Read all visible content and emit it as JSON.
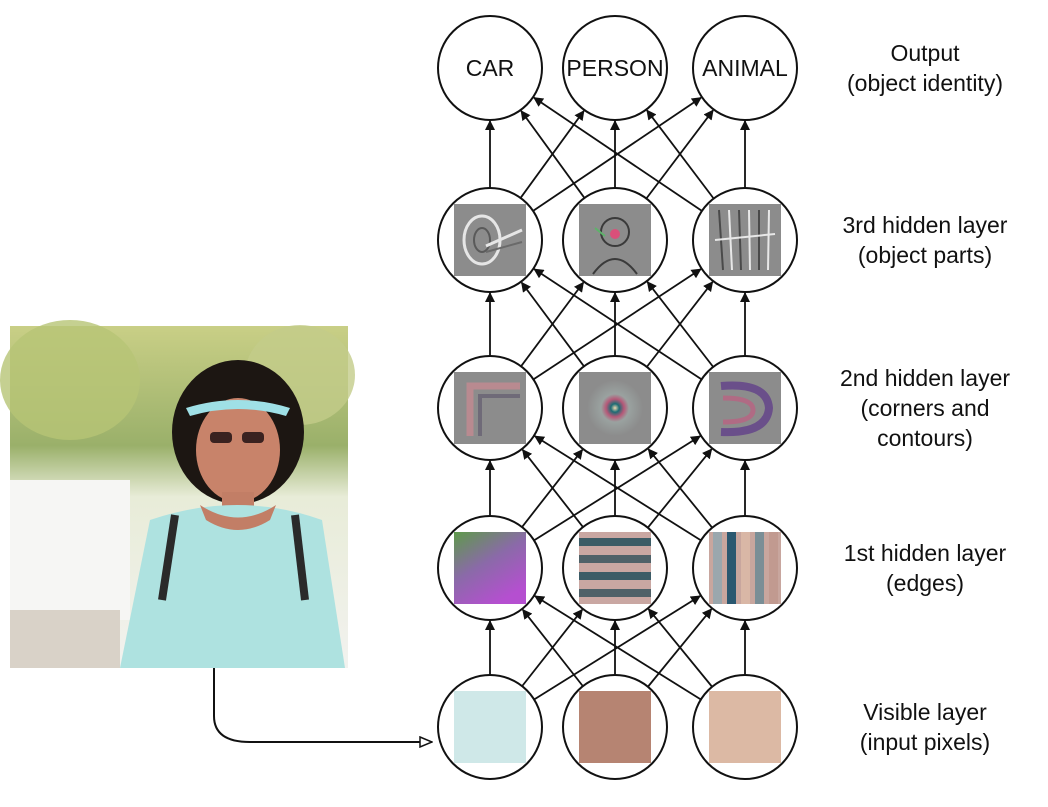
{
  "input_image": {
    "subject": "photo of a woman wearing a visor and light blue top"
  },
  "layers": [
    {
      "key": "output",
      "label_lines": [
        "Output",
        "(object identity)"
      ],
      "nodes": [
        {
          "kind": "text",
          "text": "CAR"
        },
        {
          "kind": "text",
          "text": "PERSON"
        },
        {
          "kind": "text",
          "text": "ANIMAL"
        }
      ]
    },
    {
      "key": "hidden3",
      "label_lines": [
        "3rd hidden layer",
        "(object parts)"
      ],
      "nodes": [
        {
          "kind": "feature",
          "pattern": "wheel"
        },
        {
          "kind": "feature",
          "pattern": "face"
        },
        {
          "kind": "feature",
          "pattern": "stripes"
        }
      ]
    },
    {
      "key": "hidden2",
      "label_lines": [
        "2nd hidden layer",
        "(corners and",
        "contours)"
      ],
      "nodes": [
        {
          "kind": "feature",
          "pattern": "corner"
        },
        {
          "kind": "feature",
          "pattern": "ring"
        },
        {
          "kind": "feature",
          "pattern": "contour"
        }
      ]
    },
    {
      "key": "hidden1",
      "label_lines": [
        "1st hidden layer",
        "(edges)"
      ],
      "nodes": [
        {
          "kind": "feature",
          "pattern": "gradient"
        },
        {
          "kind": "feature",
          "pattern": "hbars"
        },
        {
          "kind": "feature",
          "pattern": "vbars"
        }
      ]
    },
    {
      "key": "visible",
      "label_lines": [
        "Visible layer",
        "(input pixels)"
      ],
      "nodes": [
        {
          "kind": "pixel",
          "color": "#cfe8e8"
        },
        {
          "kind": "pixel",
          "color": "#b68472"
        },
        {
          "kind": "pixel",
          "color": "#dcb9a4"
        }
      ]
    }
  ],
  "colors": {
    "stroke": "#111111",
    "feature_gray": "#8c8c8c"
  }
}
